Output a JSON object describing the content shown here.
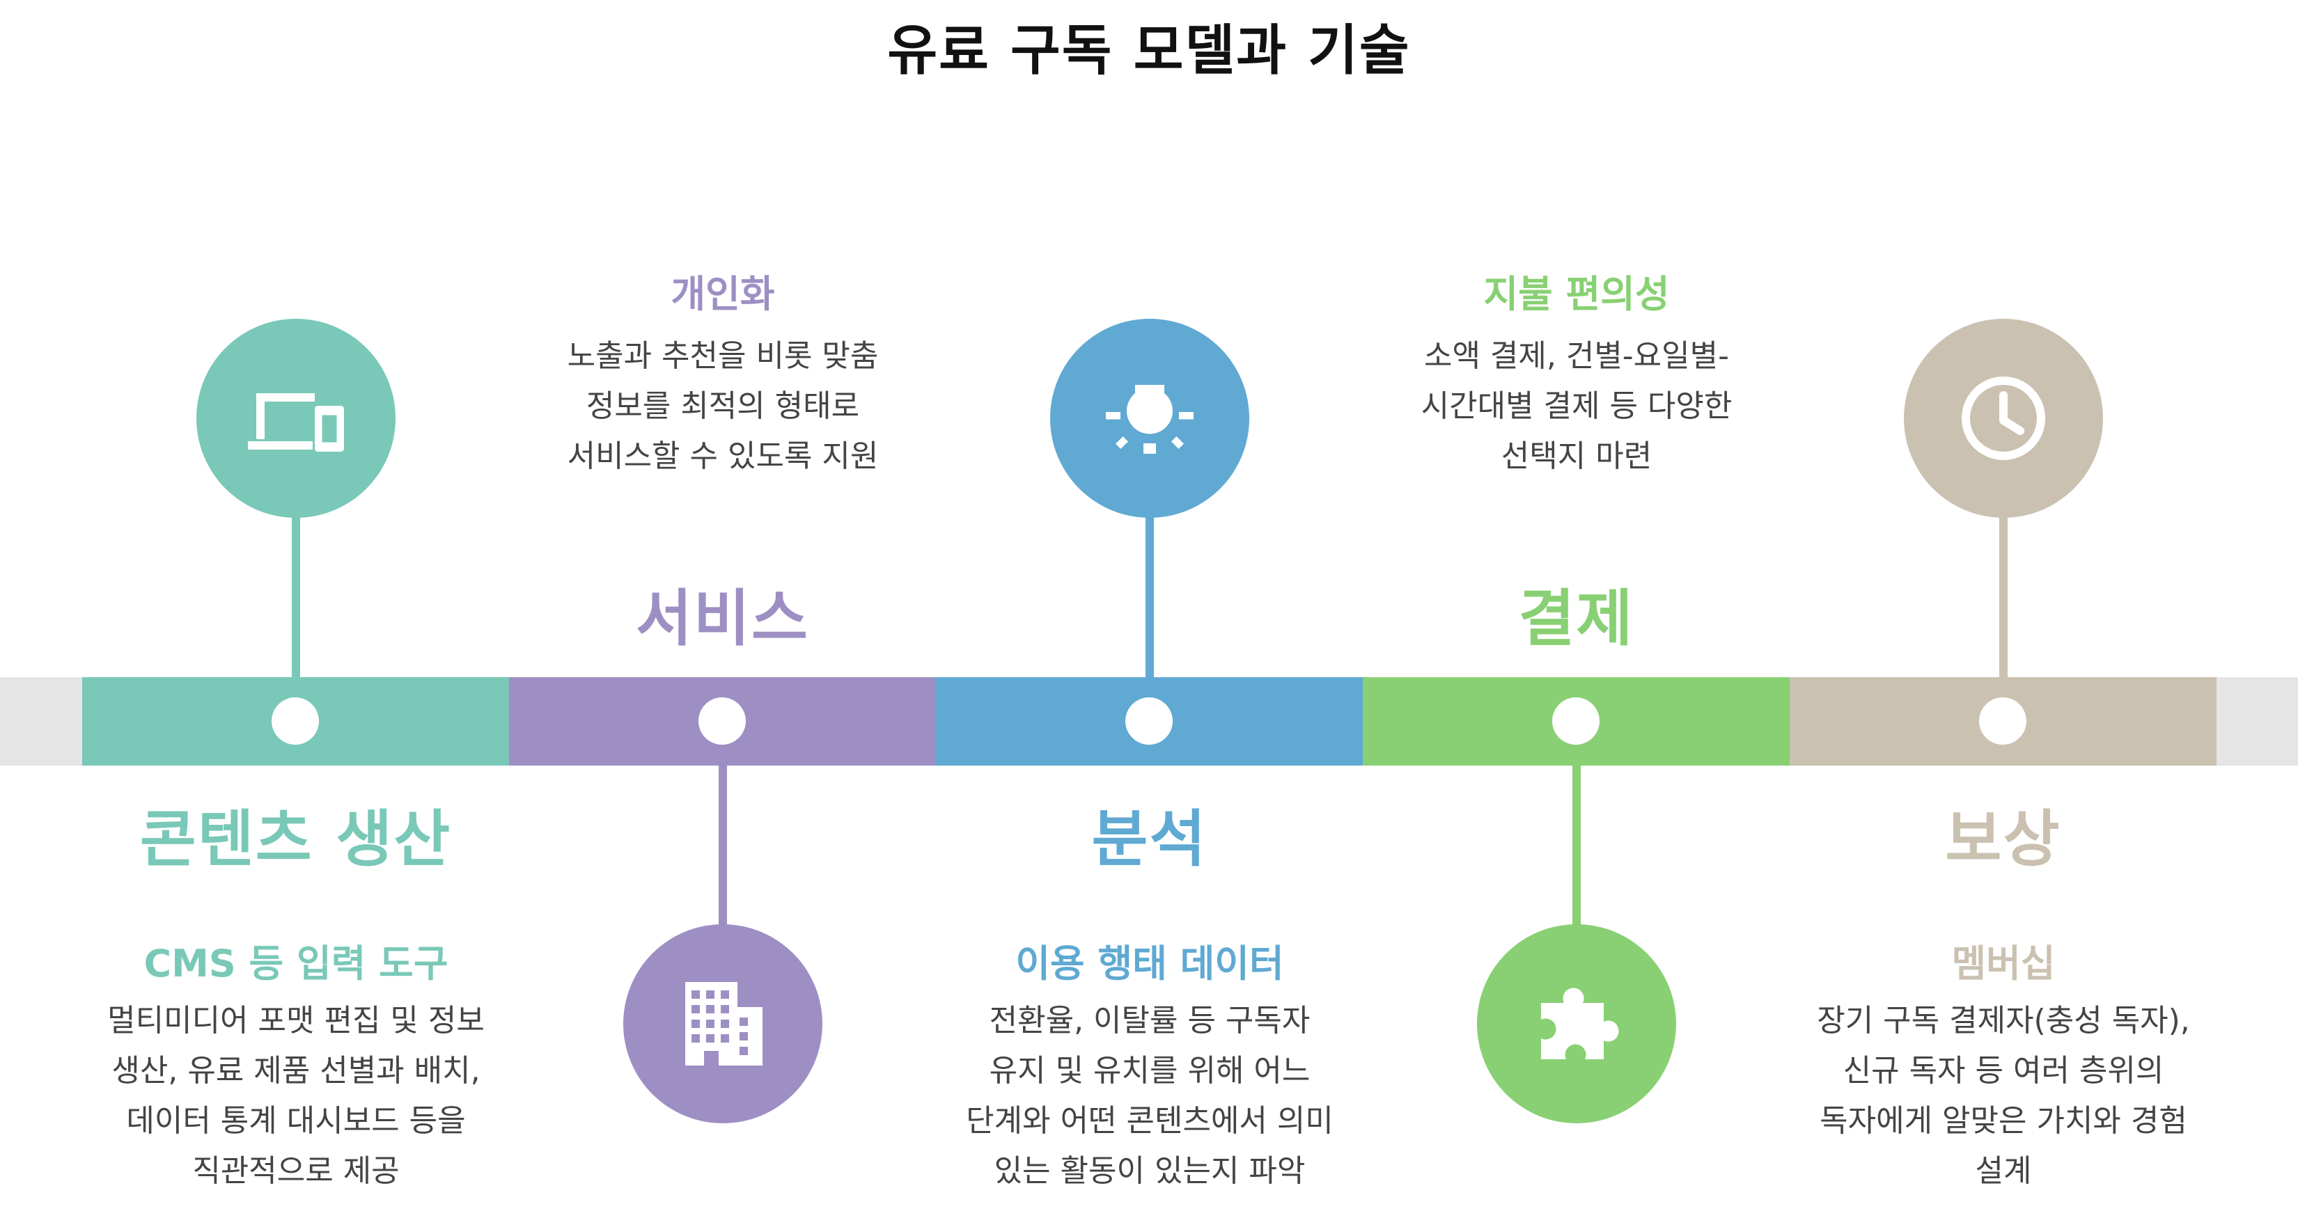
{
  "title": "유료 구독 모델과 기술",
  "stages": [
    {
      "label": "콘텐츠 생산",
      "color": "#79c8b8",
      "icon": "devices-icon",
      "info_title": "CMS 등 입력 도구",
      "info_lines": [
        "멀티미디어 포맷 편집 및 정보",
        "생산, 유료 제품 선별과 배치,",
        "데이터 통계 대시보드 등을",
        "직관적으로 제공"
      ]
    },
    {
      "label": "서비스",
      "color": "#9d8fc3",
      "icon": "building-icon",
      "info_title": "개인화",
      "info_lines": [
        "노출과 추천을 비롯 맞춤",
        "정보를 최적의 형태로",
        "서비스할 수 있도록 지원"
      ]
    },
    {
      "label": "분석",
      "color": "#5fa9d2",
      "icon": "lightbulb-icon",
      "info_title": "이용 행태 데이터",
      "info_lines": [
        "전환율, 이탈률 등 구독자",
        "유지 및 유치를 위해 어느",
        "단계와 어떤 콘텐츠에서 의미",
        "있는 활동이 있는지 파악"
      ]
    },
    {
      "label": "결제",
      "color": "#88d073",
      "icon": "puzzle-icon",
      "info_title": "지불 편의성",
      "info_lines": [
        "소액 결제, 건별-요일별-",
        "시간대별 결제 등 다양한",
        "선택지 마련"
      ]
    },
    {
      "label": "보상",
      "color": "#cbc1b1",
      "icon": "clock-icon",
      "info_title": "멤버십",
      "info_lines": [
        "장기 구독 결제자(충성 독자),",
        "신규 독자 등 여러 층위의",
        "독자에게 알맞은 가치와 경험",
        "설계"
      ]
    }
  ]
}
